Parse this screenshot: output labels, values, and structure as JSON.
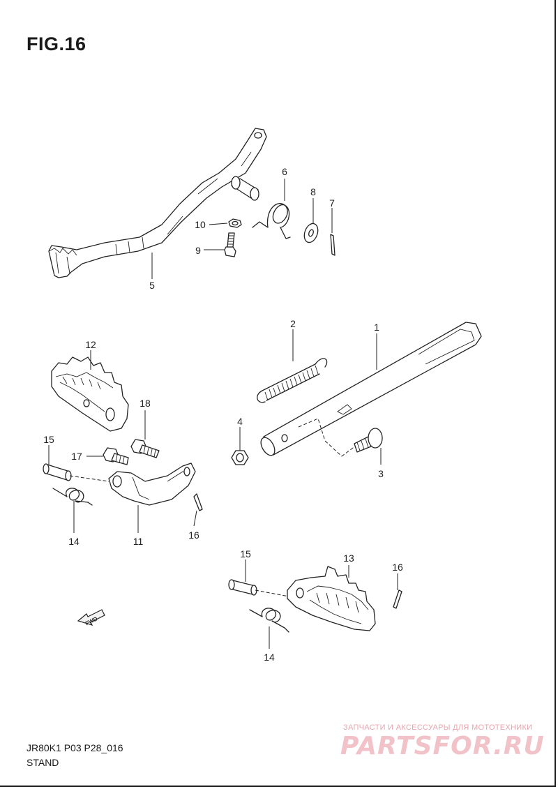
{
  "header": {
    "figure_label": "FIG.16"
  },
  "callouts": [
    {
      "id": "c5",
      "label": "5"
    },
    {
      "id": "c6",
      "label": "6"
    },
    {
      "id": "c8",
      "label": "8"
    },
    {
      "id": "c7",
      "label": "7"
    },
    {
      "id": "c10",
      "label": "10"
    },
    {
      "id": "c9",
      "label": "9"
    },
    {
      "id": "c2",
      "label": "2"
    },
    {
      "id": "c1",
      "label": "1"
    },
    {
      "id": "c4",
      "label": "4"
    },
    {
      "id": "c3",
      "label": "3"
    },
    {
      "id": "c12",
      "label": "12"
    },
    {
      "id": "c18",
      "label": "18"
    },
    {
      "id": "c15a",
      "label": "15"
    },
    {
      "id": "c17",
      "label": "17"
    },
    {
      "id": "c14a",
      "label": "14"
    },
    {
      "id": "c11",
      "label": "11"
    },
    {
      "id": "c16a",
      "label": "16"
    },
    {
      "id": "c15b",
      "label": "15"
    },
    {
      "id": "c13",
      "label": "13"
    },
    {
      "id": "c16b",
      "label": "16"
    },
    {
      "id": "c14b",
      "label": "14"
    }
  ],
  "fwd_arrow": {
    "text": "FWD"
  },
  "footer": {
    "model_code": "JR80K1 P03 P28_016",
    "section_name": "STAND"
  },
  "watermark": {
    "caption": "ЗАПЧАСТИ И АКСЕССУАРЫ ДЛЯ МОТОТЕХНИКИ",
    "logo": "PARTSFOR.RU"
  }
}
